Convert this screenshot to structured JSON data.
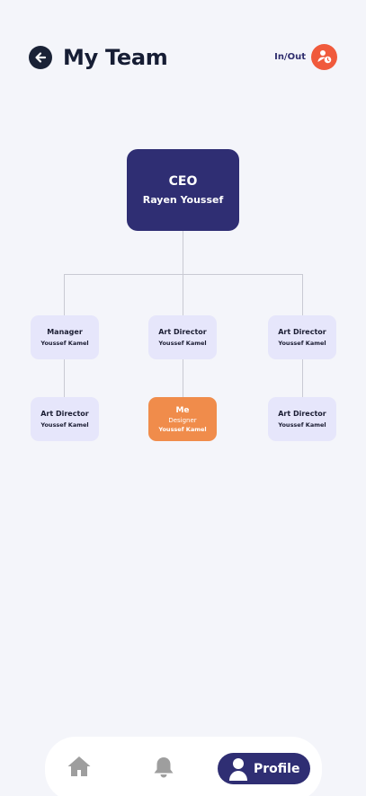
{
  "header": {
    "title": "My Team",
    "inout_label": "In/Out"
  },
  "org": {
    "ceo": {
      "role": "CEO",
      "name": "Rayen Youssef"
    },
    "row1": [
      {
        "role": "Manager",
        "name": "Youssef Kamel"
      },
      {
        "role": "Art Director",
        "name": "Youssef Kamel"
      },
      {
        "role": "Art Director",
        "name": "Youssef Kamel"
      }
    ],
    "row2": [
      {
        "role": "Art Director",
        "name": "Youssef Kamel"
      },
      {
        "role": "Me",
        "subtitle": "Designer",
        "name": "Youssef Kamel"
      },
      {
        "role": "Art Director",
        "name": "Youssef Kamel"
      }
    ]
  },
  "nav": {
    "profile_label": "Profile",
    "items": [
      "home-icon",
      "bell-icon",
      "profile-icon"
    ]
  },
  "colors": {
    "primary": "#2f2e73",
    "accent_orange": "#f08c4b",
    "inout_red": "#f05a3c",
    "card_bg": "#e6e6fb"
  }
}
